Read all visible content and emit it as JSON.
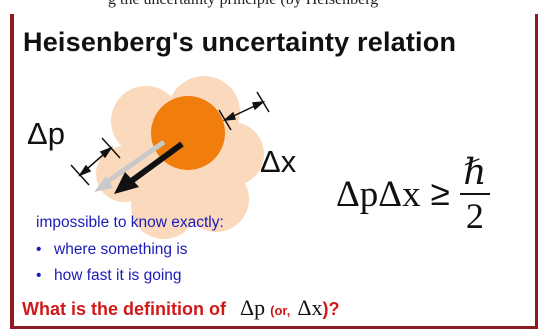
{
  "top_fragment": "g the uncertainty principle (by Heisenberg",
  "slide": {
    "title": "Heisenberg's uncertainty relation",
    "illustration": {
      "momentum_symbol": "Δp",
      "position_symbol": "Δx"
    },
    "formula": {
      "lhs": "ΔpΔx",
      "relation": "≥",
      "numerator": "ℏ",
      "denominator": "2"
    },
    "intro": "impossible to know exactly:",
    "bullets": [
      "where something is",
      "how fast it is going"
    ],
    "question": {
      "prefix": "What is the definition of",
      "symbol_a": "Δp",
      "or": "(or,",
      "symbol_b": "Δx",
      "suffix": ")?"
    },
    "colors": {
      "frame": "#8f1a1f",
      "particle": "#f07d0c",
      "cloud": "#fbd9bd",
      "bullet_text": "#1b1bb8",
      "question": "#d01a1a"
    }
  }
}
